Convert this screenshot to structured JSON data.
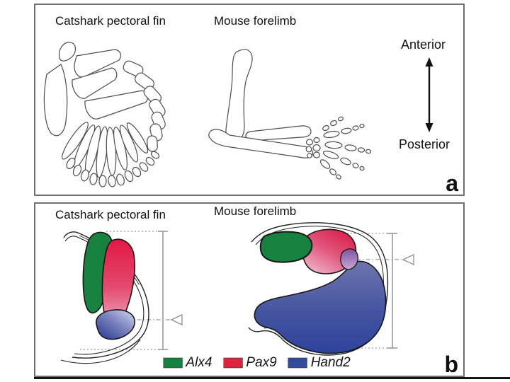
{
  "panel_a": {
    "label": "a",
    "title_catshark": "Catshark pectoral fin",
    "title_mouse": "Mouse forelimb",
    "axis_top_label": "Anterior",
    "axis_bottom_label": "Posterior"
  },
  "panel_b": {
    "label": "b",
    "title_catshark": "Catshark pectoral fin",
    "title_mouse": "Mouse forelimb",
    "legend": [
      {
        "gene": "Alx4",
        "color": "#17813f"
      },
      {
        "gene": "Pax9",
        "color": "#dc2440"
      },
      {
        "gene": "Hand2",
        "color": "#344a9c"
      }
    ]
  },
  "colors": {
    "alx4_green": "#17813f",
    "pax9_red": "#dc2440",
    "hand2_blue": "#344a9c",
    "domain_outline": "#1a1a1a",
    "bone_outline": "#4d4d4d",
    "bud_outline": "#222222",
    "measure_gray": "#8c8c8c",
    "dotted_gray": "#9a9a9a",
    "panel_border": "#6f6f6f"
  }
}
